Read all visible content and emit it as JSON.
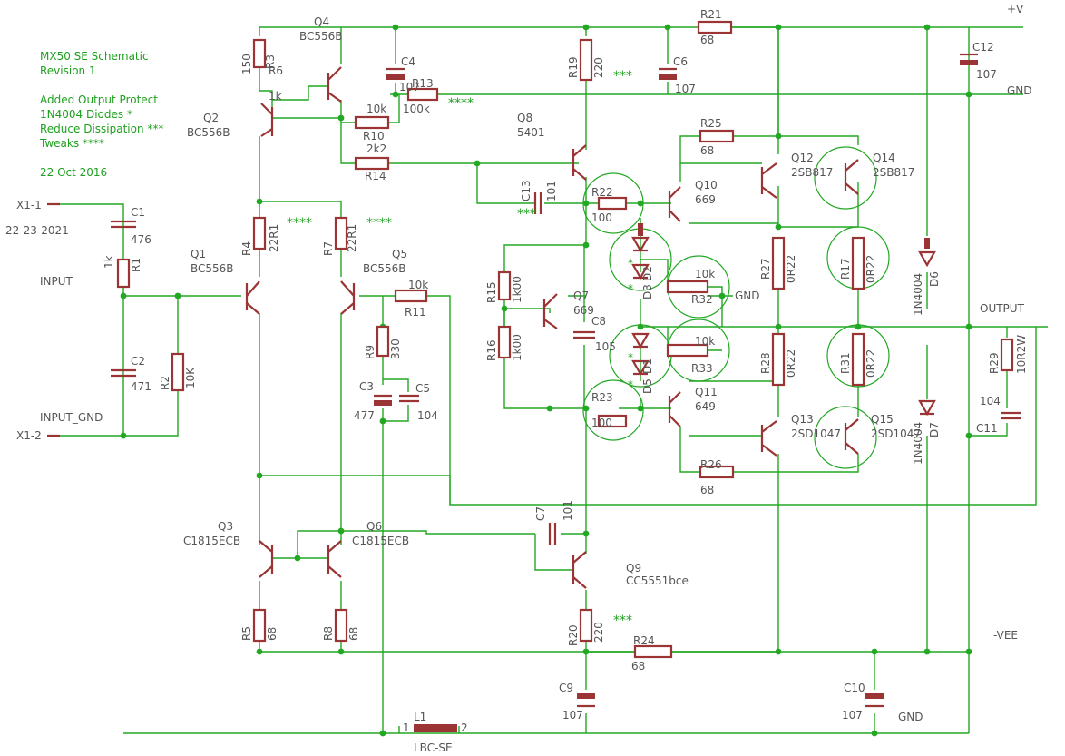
{
  "notes": {
    "line1": "MX50 SE Schematic",
    "line2": "Revision 1",
    "line3": "Added Output Protect",
    "line4": "1N4004  Diodes *",
    "line5": "Reduce Dissipation ***",
    "line6": "Tweaks ****",
    "line7": "22 Oct 2016"
  },
  "nets": {
    "vplus": "+V",
    "gnd": "GND",
    "output": "OUTPUT",
    "vee": "-VEE",
    "gnd2": "GND",
    "gnd3": "GND",
    "input": "INPUT",
    "input_gnd": "INPUT_GND",
    "x11": "X1-1",
    "x12": "X1-2",
    "date": "22-23-2021"
  },
  "markers": {
    "m4": "****",
    "m3": "***",
    "star": "*"
  },
  "parts": {
    "C1": [
      "C1",
      "476"
    ],
    "R1": [
      "R1",
      "1k"
    ],
    "C2": [
      "C2",
      "471"
    ],
    "R2": [
      "R2",
      "10K"
    ],
    "Q1": [
      "Q1",
      "BC556B"
    ],
    "R4": [
      "R4",
      "22R1"
    ],
    "R7": [
      "R7",
      "22R1"
    ],
    "Q5": [
      "Q5",
      "BC556B"
    ],
    "R11": [
      "R11",
      "10k"
    ],
    "R9": [
      "R9",
      "330"
    ],
    "C3": [
      "C3",
      "477"
    ],
    "C5": [
      "C5",
      "104"
    ],
    "Q2": [
      "Q2",
      "BC556B"
    ],
    "R3": [
      "150",
      "R3"
    ],
    "R6": [
      "R6",
      "1k"
    ],
    "Q4": [
      "Q4",
      "BC556B"
    ],
    "C4": [
      "C4",
      "107"
    ],
    "R13": [
      "R13",
      "100k"
    ],
    "R10": [
      "R10",
      "10k"
    ],
    "R14": [
      "R14",
      "2k2"
    ],
    "Q8": [
      "Q8",
      "5401"
    ],
    "R19": [
      "R19",
      "220"
    ],
    "C6": [
      "C6",
      "107"
    ],
    "R21": [
      "R21",
      "68"
    ],
    "C13": [
      "C13",
      "101"
    ],
    "R22": [
      "R22",
      "100"
    ],
    "Q10": [
      "Q10",
      "669"
    ],
    "R25": [
      "R25",
      "68"
    ],
    "Q12": [
      "Q12",
      "2SB817"
    ],
    "Q14": [
      "Q14",
      "2SB817"
    ],
    "C12": [
      "C12",
      "107"
    ],
    "R15": [
      "R15",
      "1k00"
    ],
    "R16": [
      "R16",
      "1k00"
    ],
    "Q7": [
      "Q7",
      "669"
    ],
    "C8": [
      "C8",
      "105"
    ],
    "D1": "D1",
    "D2": "D2",
    "D3": "D3",
    "D5": "D5",
    "R32": [
      "R32",
      "10k"
    ],
    "R33": [
      "R33",
      "10k"
    ],
    "R27": [
      "R27",
      "0R22"
    ],
    "R17": [
      "R17",
      "0R22"
    ],
    "R28": [
      "R28",
      "0R22"
    ],
    "R31": [
      "R31",
      "0R22"
    ],
    "D6": [
      "D6",
      "1N4004"
    ],
    "D7": [
      "D7",
      "1N4004"
    ],
    "R29": [
      "R29",
      "10R2W"
    ],
    "C11": [
      "C11",
      "104"
    ],
    "R23": [
      "R23",
      "100"
    ],
    "Q11": [
      "Q11",
      "649"
    ],
    "Q13": [
      "Q13",
      "2SD1047"
    ],
    "Q15": [
      "Q15",
      "2SD1047"
    ],
    "R26": [
      "R26",
      "68"
    ],
    "Q3": [
      "Q3",
      "C1815ECB"
    ],
    "Q6": [
      "Q6",
      "C1815ECB"
    ],
    "C7": [
      "C7",
      "101"
    ],
    "Q9": [
      "Q9",
      "CC5551bce"
    ],
    "R5": [
      "R5",
      "68"
    ],
    "R8": [
      "R8",
      "68"
    ],
    "R20": [
      "R20",
      "220"
    ],
    "R24": [
      "R24",
      "68"
    ],
    "C9": [
      "C9",
      "107"
    ],
    "C10": [
      "C10",
      "107"
    ],
    "L1": [
      "L1",
      "LBC-SE"
    ],
    "L1pins": [
      "1",
      "2"
    ]
  }
}
